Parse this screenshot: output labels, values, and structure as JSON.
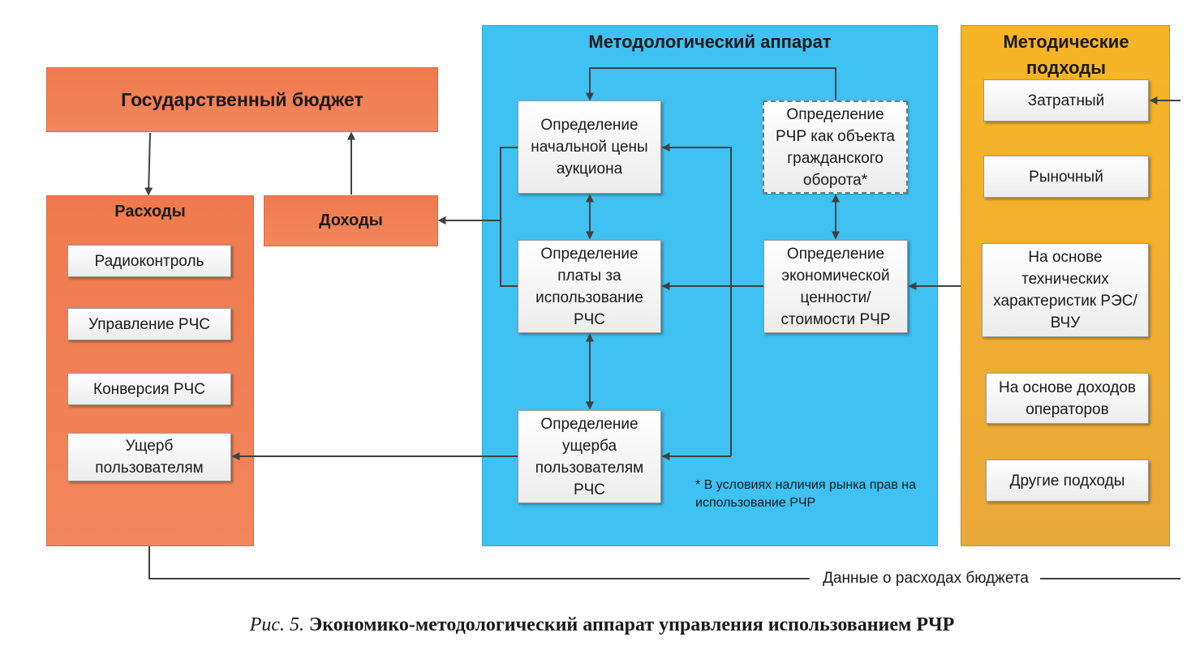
{
  "budget": {
    "title": "Государственный бюджет",
    "expenses": {
      "title": "Расходы",
      "items": [
        "Радиоконтроль",
        "Управление РЧС",
        "Конверсия РЧС",
        "Ущерб пользователям"
      ]
    },
    "income": "Доходы"
  },
  "methodology": {
    "title": "Методологический аппарат",
    "initial_price": "Определение начальной цены аукциона",
    "fee": "Определение платы за использование РЧС",
    "damage": "Определение ущерба пользователям РЧС",
    "civil_object": "Определение РЧР как объекта гражданского оборота*",
    "economic_value": "Определение экономической ценности/ стоимости РЧР",
    "footnote": "* В условиях наличия рынка прав на использование РЧР"
  },
  "approaches": {
    "title": "Методические подходы",
    "items": [
      "Затратный",
      "Рыночный",
      "На основе технических характеристик РЭС/ ВЧУ",
      "На основе доходов операторов",
      "Другие подходы"
    ]
  },
  "feedback_label": "Данные о расходах бюджета",
  "caption": {
    "prefix": "Рис. 5.",
    "text": "Экономико-методологический аппарат управления использованием РЧР"
  },
  "colors": {
    "budget": "#f07a4e",
    "methodology": "#3fc1f1",
    "approaches": "#f7b526",
    "box": "#f2f2f2",
    "arrow": "#404040"
  }
}
